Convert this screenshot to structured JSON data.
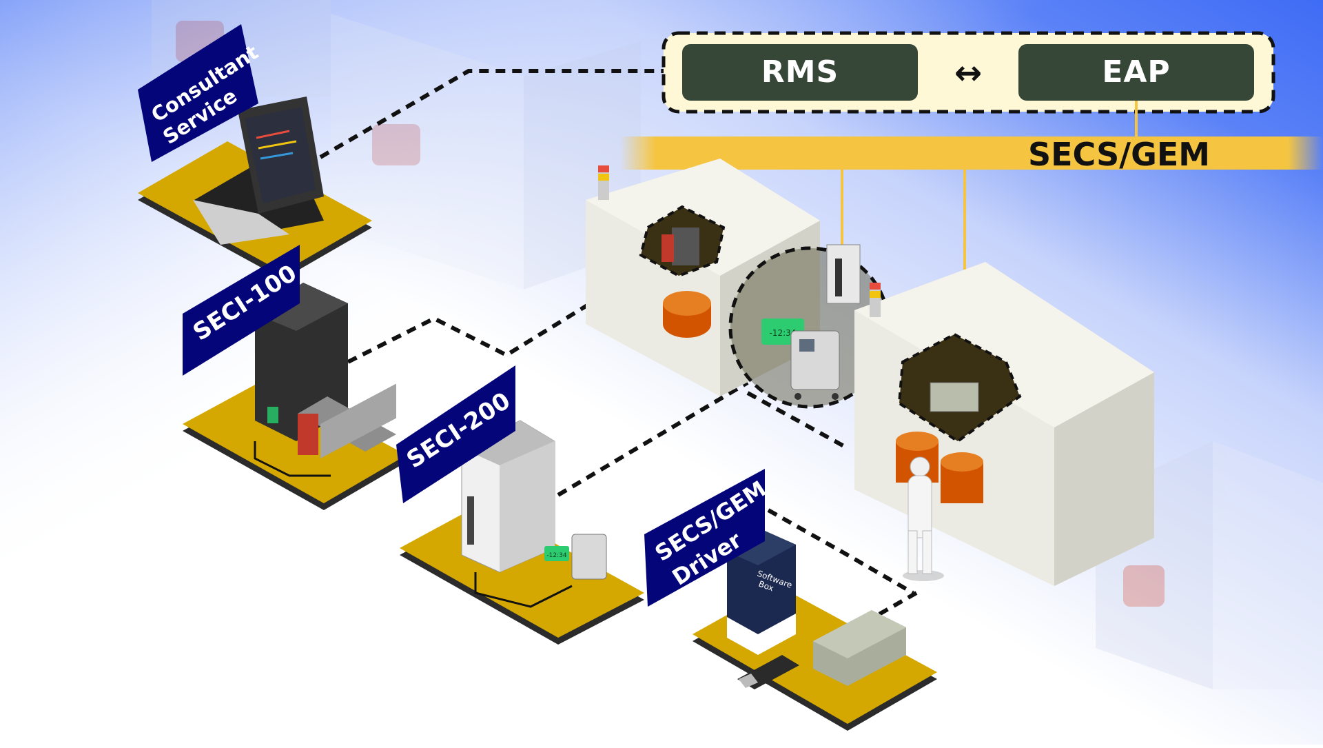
{
  "top_panel": {
    "left_box": "RMS",
    "right_box": "EAP",
    "connector": "↔"
  },
  "bus": {
    "label": "SECS/GEM"
  },
  "products": [
    {
      "id": "consultant",
      "lines": [
        "Consultant",
        "Service"
      ]
    },
    {
      "id": "seci100",
      "lines": [
        "SECI-100"
      ]
    },
    {
      "id": "seci200",
      "lines": [
        "SECI-200"
      ]
    },
    {
      "id": "driver",
      "lines": [
        "SECS/GEM",
        "Driver"
      ]
    }
  ],
  "device_labels": {
    "meter_display": "-12:34",
    "small_meter_display": "-12:34",
    "software_box": [
      "Software",
      "Box"
    ]
  },
  "colors": {
    "navy": "#05057a",
    "platform_gold": "#d4a800",
    "bus_gold": "#f5c542",
    "panel_bg": "#fff8d6",
    "panel_box": "#374737",
    "gradient_blue": "#3f6cf5"
  }
}
